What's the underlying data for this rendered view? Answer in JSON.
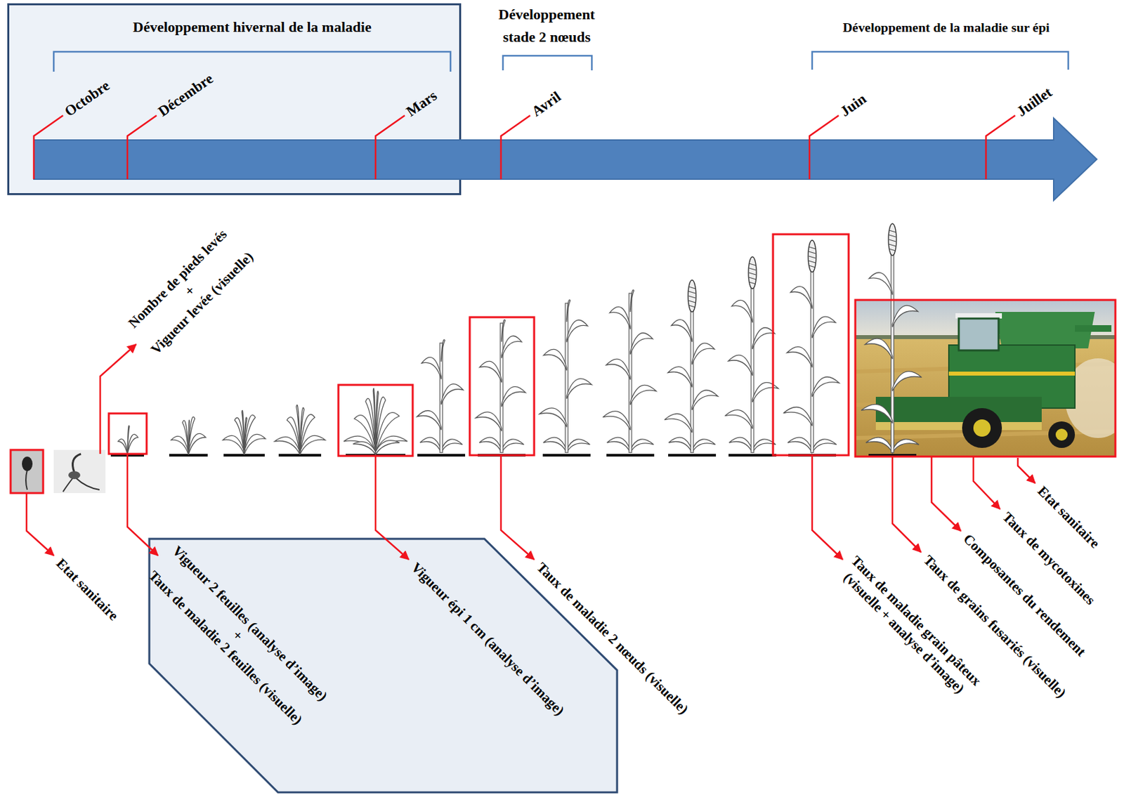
{
  "diagram": {
    "nodes": [
      {
        "text": [
          "Développement hivernal de la maladie"
        ]
      },
      {
        "text": [
          "Vigueur 2 feuilles (analyse d’image)",
          "+",
          "Taux de maladie 2 feuilles (visuelle)",
          "Vigueur épi 1 cm (analyse d’image)"
        ]
      }
    ],
    "labels": [
      "Développement stade 2 nœuds",
      "Développement de la maladie sur épi",
      "Octobre",
      "Décembre",
      "Mars",
      "Avril",
      "Juin",
      "Juillet",
      "Nombre de pieds levés",
      "+",
      "Vigueur levée (visuelle)",
      "Etat sanitaire",
      "Taux de maladie 2 nœuds (visuelle)",
      "Taux de maladie grain pâteux",
      "(visuelle + analyse d’image)",
      "Taux de grains fusariés (visuelle)",
      "Composantes du rendement",
      "Taux de mycotoxines",
      "Etat sanitaire"
    ]
  }
}
